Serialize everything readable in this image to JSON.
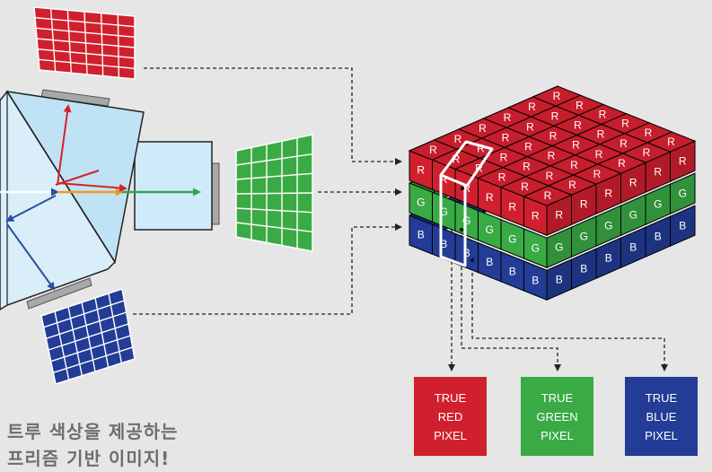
{
  "colors": {
    "background": "#e6e6e6",
    "red": "#d0202e",
    "green": "#3aaa45",
    "blue": "#233c96",
    "prism_light": "#bfe3f5",
    "sensor_plate": "#a8a8a8",
    "arrow_red": "#d6202a",
    "arrow_blue": "#2a4fa0",
    "arrow_green": "#2fa84a",
    "arrow_orange": "#f39a1e"
  },
  "layers": {
    "red": {
      "letter": "R",
      "color": "#d0202e"
    },
    "green": {
      "letter": "G",
      "color": "#3aaa45"
    },
    "blue": {
      "letter": "B",
      "color": "#233c96"
    }
  },
  "outputs": [
    {
      "line1": "TRUE",
      "line2": "RED",
      "line3": "PIXEL",
      "color": "#d0202e"
    },
    {
      "line1": "TRUE",
      "line2": "GREEN",
      "line3": "PIXEL",
      "color": "#3aaa45"
    },
    {
      "line1": "TRUE",
      "line2": "BLUE",
      "line3": "PIXEL",
      "color": "#233c96"
    }
  ],
  "caption": {
    "line1": "트루 색상을 제공하는",
    "line2": "프리즘 기반 이미지!"
  }
}
